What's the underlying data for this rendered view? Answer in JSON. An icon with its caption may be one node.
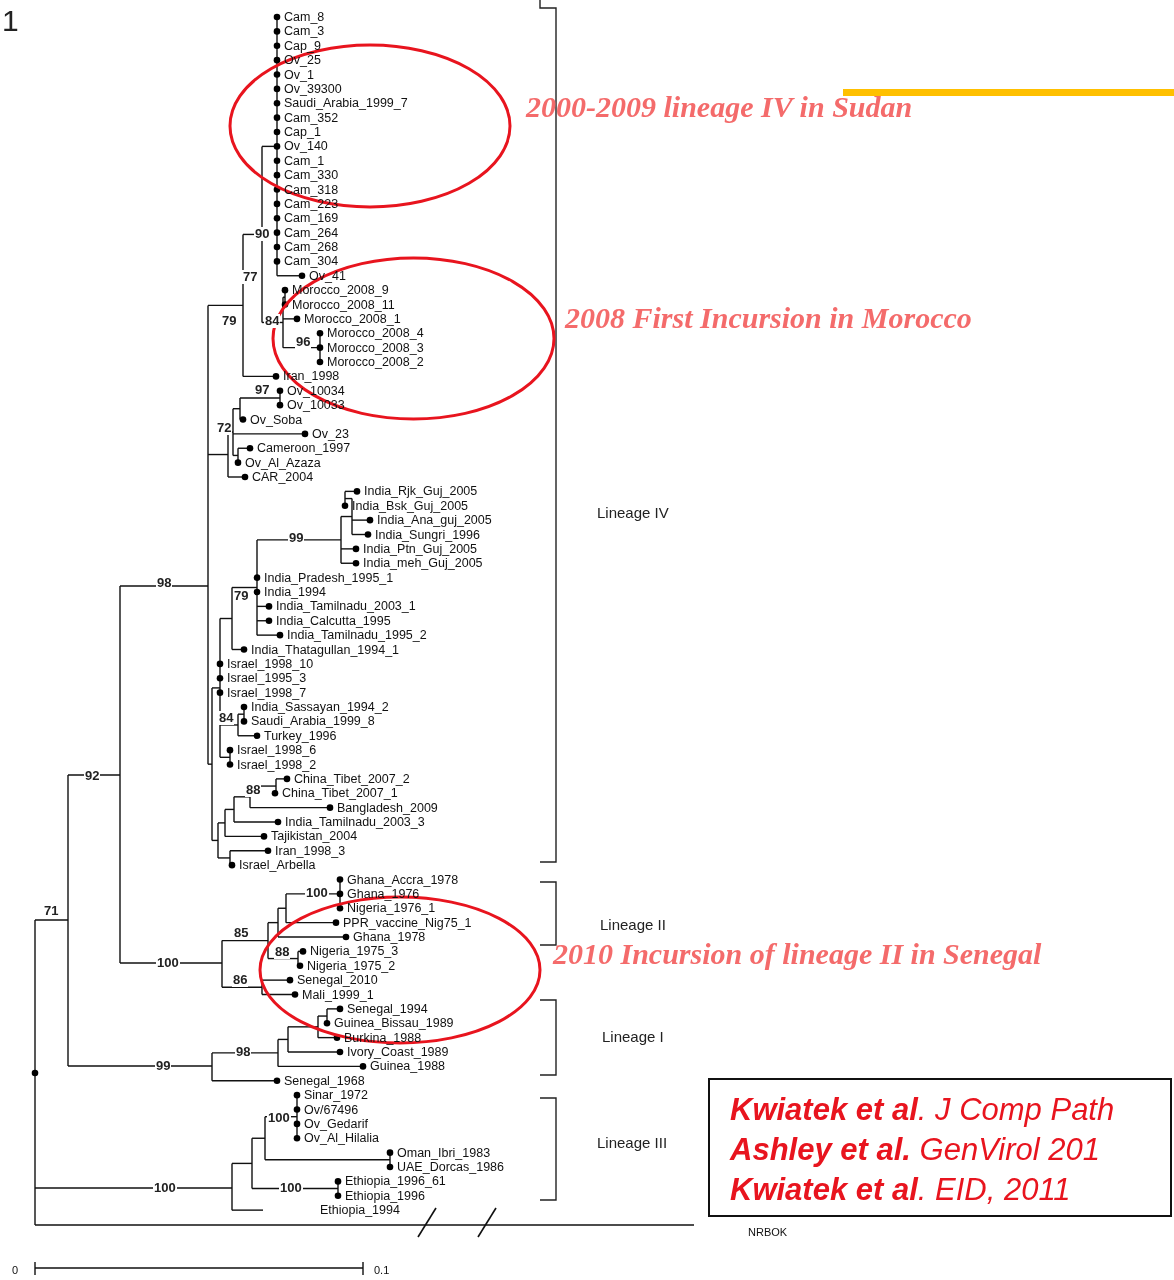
{
  "diagram": {
    "nodes": [
      {
        "text": [
          "**Kwiatek et al**. J Comp Path",
          "**Ashley et al.** GenVirol 201",
          "**Kwiatek et al**. EID, 2011"
        ]
      }
    ],
    "labels": [
      "1",
      "Cam_8",
      "Cam_3",
      "Cap_9",
      "Ov_25",
      "Ov_1",
      "Ov_39300",
      "Saudi_Arabia_1999_7",
      "Cam_352",
      "Cap_1",
      "Ov_140",
      "Cam_1",
      "Cam_330",
      "Cam_318",
      "Cam_223",
      "Cam_169",
      "Cam_264",
      "Cam_268",
      "Cam_304",
      "Ov_41",
      "Morocco_2008_9",
      "Morocco_2008_11",
      "Morocco_2008_1",
      "Morocco_2008_4",
      "Morocco_2008_3",
      "Morocco_2008_2",
      "Iran_1998",
      "Ov_10034",
      "Ov_10033",
      "Ov_Soba",
      "Ov_23",
      "Cameroon_1997",
      "Ov_Al_Azaza",
      "CAR_2004",
      "India_Rjk_Guj_2005",
      "India_Bsk_Guj_2005",
      "India_Ana_guj_2005",
      "India_Sungri_1996",
      "India_Ptn_Guj_2005",
      "India_meh_Guj_2005",
      "India_Pradesh_1995_1",
      "India_1994",
      "India_Tamilnadu_2003_1",
      "India_Calcutta_1995",
      "India_Tamilnadu_1995_2",
      "India_Thatagullan_1994_1",
      "Israel_1998_10",
      "Israel_1995_3",
      "Israel_1998_7",
      "India_Sassayan_1994_2",
      "Saudi_Arabia_1999_8",
      "Turkey_1996",
      "Israel_1998_6",
      "Israel_1998_2",
      "China_Tibet_2007_2",
      "China_Tibet_2007_1",
      "Bangladesh_2009",
      "India_Tamilnadu_2003_3",
      "Tajikistan_2004",
      "Iran_1998_3",
      "Israel_Arbella",
      "Ghana_Accra_1978",
      "Ghana_1976",
      "Nigeria_1976_1",
      "PPR_vaccine_Nig75_1",
      "Ghana_1978",
      "Nigeria_1975_3",
      "Nigeria_1975_2",
      "Senegal_2010",
      "Mali_1999_1",
      "Senegal_1994",
      "Guinea_Bissau_1989",
      "Burkina_1988",
      "Ivory_Coast_1989",
      "Guinea_1988",
      "Senegal_1968",
      "Sinar_1972",
      "Ov/67496",
      "Ov_Gedarif",
      "Ov_Al_Hilalia",
      "Oman_Ibri_1983",
      "UAE_Dorcas_1986",
      "Ethiopia_1996_61",
      "Ethiopia_1996",
      "Ethiopia_1994",
      "NRBOK",
      "90",
      "77",
      "84",
      "79",
      "96",
      "97",
      "72",
      "99",
      "98",
      "79",
      "84",
      "92",
      "88",
      "100",
      "71",
      "85",
      "88",
      "100",
      "86",
      "98",
      "99",
      "100",
      "100",
      "100",
      "Lineage IV",
      "Lineage II",
      "Lineage I",
      "Lineage III",
      "0",
      "0.1",
      "2000-2009 lineage IV in Sudan",
      "2008 First Incursion in Morocco",
      "2010 Incursion of lineage II in Senegal"
    ]
  }
}
